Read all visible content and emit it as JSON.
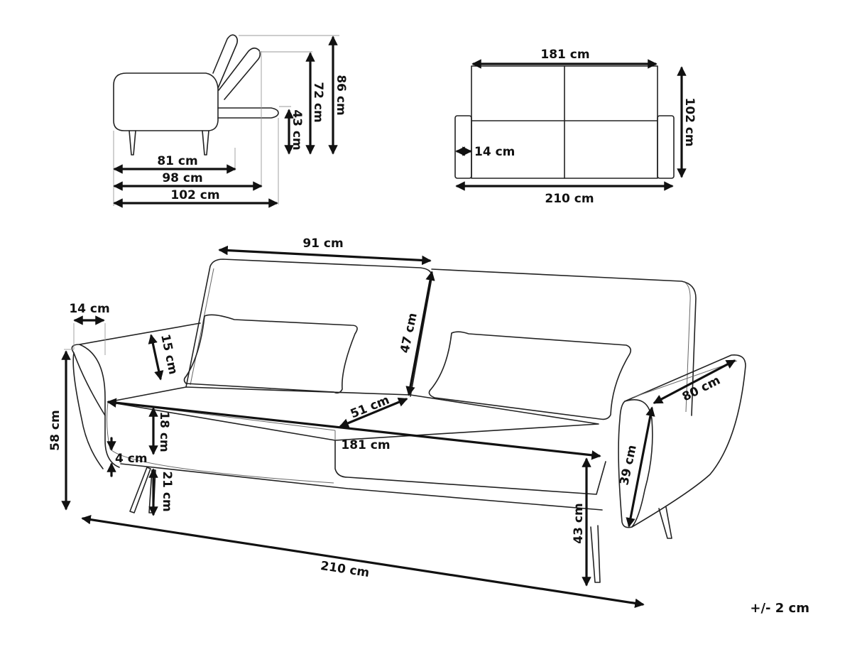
{
  "side_view": {
    "depth_seat": "81 cm",
    "depth_reclined": "98 cm",
    "depth_flat": "102 cm",
    "height_flat": "43 cm",
    "height_back": "72 cm",
    "height_total": "86 cm"
  },
  "top_view": {
    "inner_width": "181 cm",
    "arm_width": "14 cm",
    "total_width": "210 cm",
    "depth_bed": "102 cm"
  },
  "perspective_view": {
    "back_width": "91 cm",
    "back_height": "47 cm",
    "arm_width": "14 cm",
    "arm_height_above_seat": "15 cm",
    "total_height": "58 cm",
    "seat_thickness": "18 cm",
    "seat_edge": "4 cm",
    "leg_height": "21 cm",
    "seat_depth": "51 cm",
    "seat_width": "181 cm",
    "armrest_depth": "80 cm",
    "armrest_height": "39 cm",
    "seat_height": "43 cm",
    "total_width": "210 cm"
  },
  "tolerance": "+/- 2 cm"
}
